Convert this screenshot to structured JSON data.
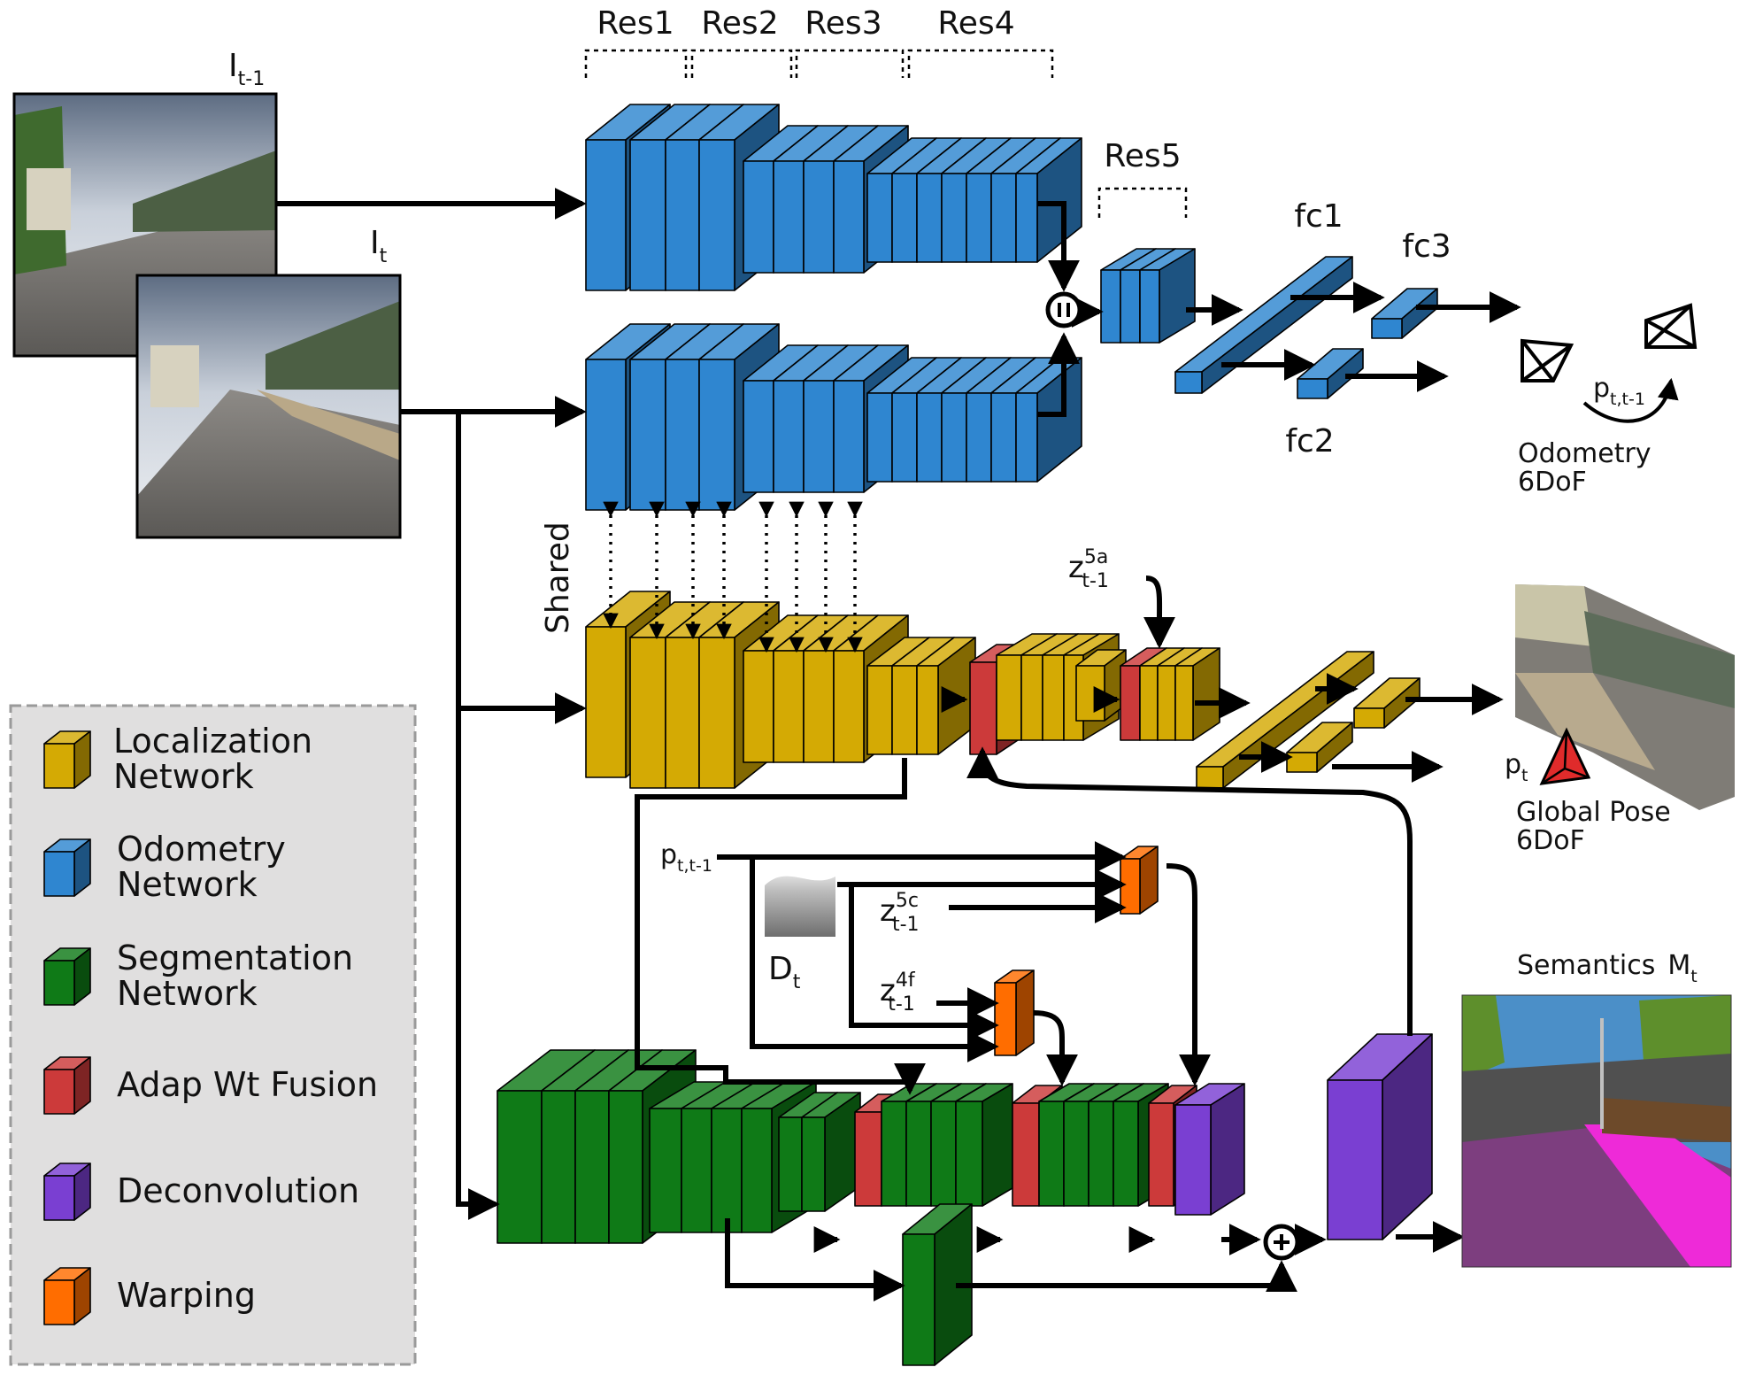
{
  "colors": {
    "odometry": "#2f86d0",
    "localization": "#d4aa04",
    "segmentation": "#0f7a17",
    "fusion": "#cc3a3a",
    "deconvolution": "#7a3fd2",
    "warping": "#ff6d00"
  },
  "stage_labels": {
    "res1": "Res1",
    "res2": "Res2",
    "res3": "Res3",
    "res4": "Res4",
    "res5": "Res5"
  },
  "fc_labels": {
    "fc1": "fc1",
    "fc2": "fc2",
    "fc3": "fc3"
  },
  "inputs": {
    "prev_base": "I",
    "prev_sub": "t-1",
    "cur_base": "I",
    "cur_sub": "t"
  },
  "shared_label": "Shared",
  "odometry_output": {
    "line1": "Odometry",
    "line2": "6DoF",
    "pose_base": "p",
    "pose_sub": "t,t-1"
  },
  "global_output": {
    "line1": "Global Pose",
    "line2": "6DoF",
    "pose_base": "p",
    "pose_sub": "t"
  },
  "symbols": {
    "z5a_base": "z",
    "z5a_sup": "5a",
    "z5a_sub": "t-1",
    "z5c_base": "z",
    "z5c_sup": "5c",
    "z5c_sub": "t-1",
    "z4f_base": "z",
    "z4f_sup": "4f",
    "z4f_sub": "t-1",
    "depth_base": "D",
    "depth_sub": "t",
    "ptt1_base": "p",
    "ptt1_sub": "t,t-1"
  },
  "semantics": {
    "label": "Semantics",
    "map_base": "M",
    "map_sub": "t"
  },
  "legend": [
    {
      "line1": "Localization",
      "line2": "Network",
      "color": "#d4aa04"
    },
    {
      "line1": "Odometry",
      "line2": "Network",
      "color": "#2f86d0"
    },
    {
      "line1": "Segmentation",
      "line2": "Network",
      "color": "#0f7a17"
    },
    {
      "line1": "Adap Wt Fusion",
      "line2": "",
      "color": "#cc3a3a"
    },
    {
      "line1": "Deconvolution",
      "line2": "",
      "color": "#7a3fd2"
    },
    {
      "line1": "Warping",
      "line2": "",
      "color": "#ff6d00"
    }
  ]
}
